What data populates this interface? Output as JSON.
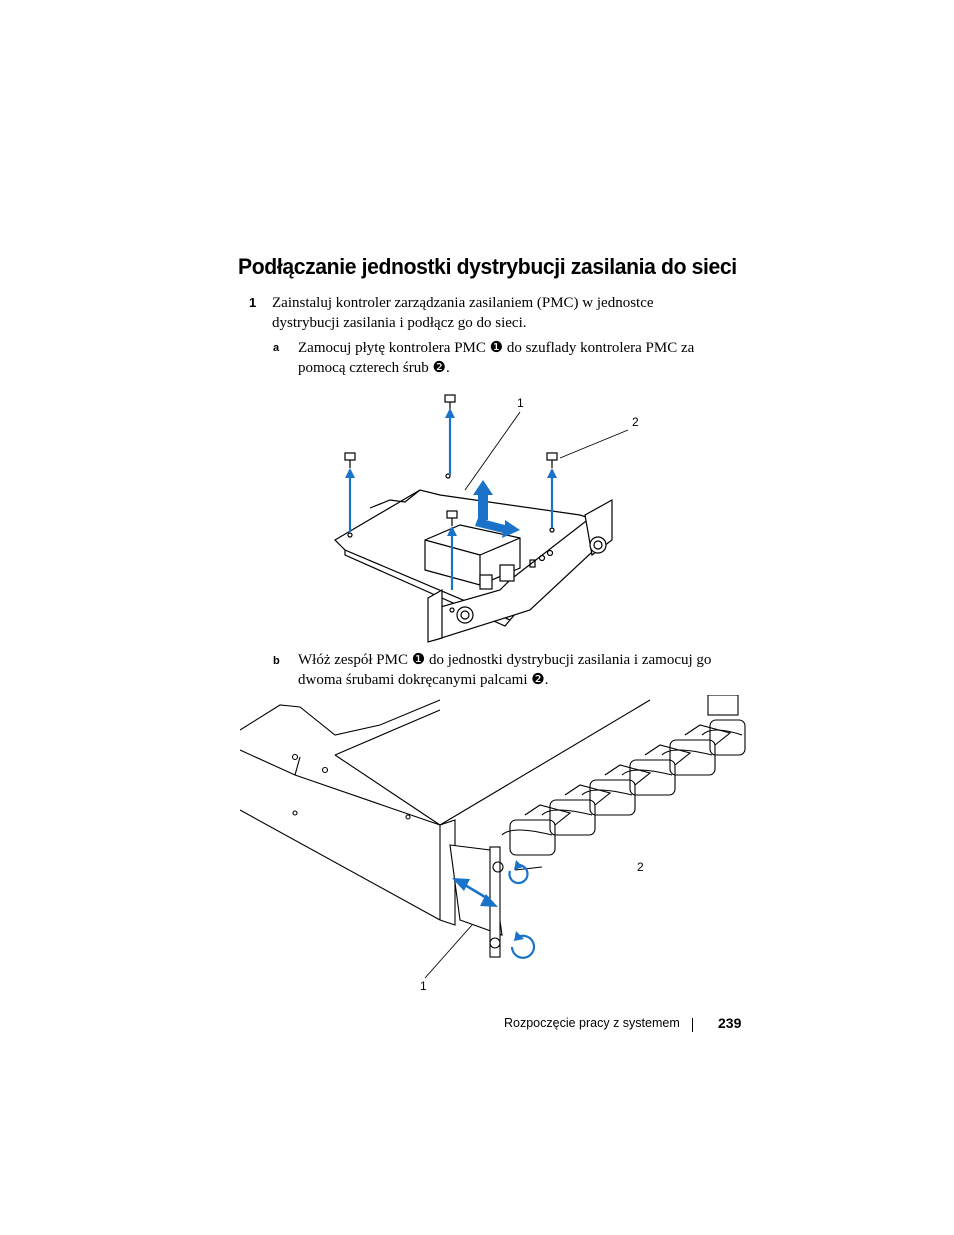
{
  "heading": "Podłączanie jednostki dystrybucji zasilania do sieci",
  "step1": {
    "number": "1",
    "text_line1": "Zainstaluj kontroler zarządzania zasilaniem (PMC) w jednostce",
    "text_line2": "dystrybucji zasilania i podłącz go do sieci."
  },
  "step_a": {
    "letter": "a",
    "line1_pre": "Zamocuj płytę kontrolera PMC ",
    "marker1": "❶",
    "line1_post": " do szuflady kontrolera PMC za",
    "line2_pre": "pomocą czterech śrub ",
    "marker2": "❷",
    "line2_post": "."
  },
  "figure1": {
    "callout_1": "1",
    "callout_2": "2",
    "arrow_color": "#1a73c9"
  },
  "step_b": {
    "letter": "b",
    "line1_pre": "Włóż zespół PMC ",
    "marker1": "❶",
    "line1_post": " do jednostki dystrybucji zasilania i zamocuj go",
    "line2_pre": "dwoma śrubami dokręcanymi palcami ",
    "marker2": "❷",
    "line2_post": "."
  },
  "figure2": {
    "callout_1": "1",
    "callout_2": "2",
    "arrow_color": "#1a73c9"
  },
  "footer": {
    "section": "Rozpoczęcie pracy z systemem",
    "page": "239"
  }
}
